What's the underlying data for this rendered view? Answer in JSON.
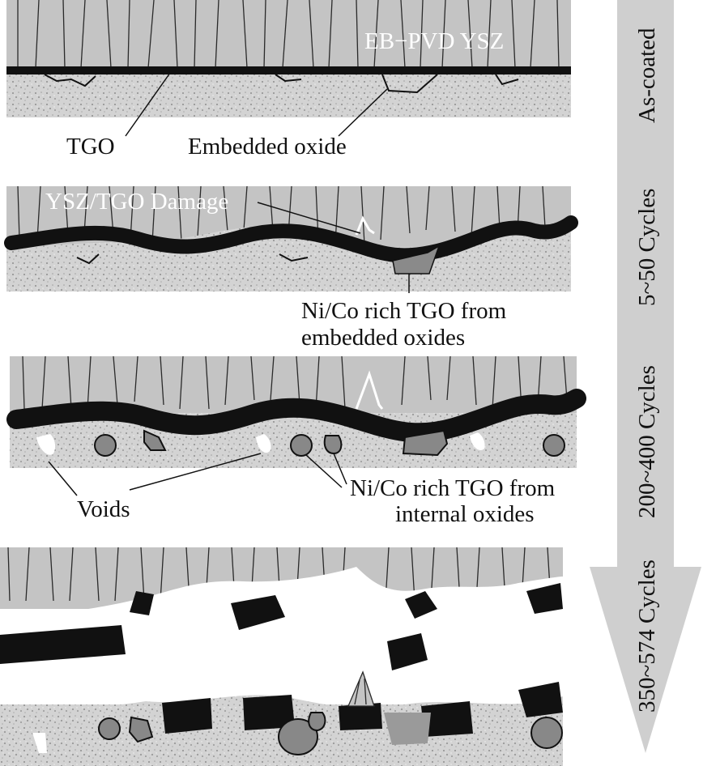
{
  "labels": {
    "eb_pvd_ysz": "EB−PVD YSZ",
    "tgo": "TGO",
    "embedded_oxide": "Embedded oxide",
    "ysz_tgo_damage": "YSZ/TGO Damage",
    "nico_embedded_line1": "Ni/Co rich TGO from",
    "nico_embedded_line2": "embedded oxides",
    "voids": "Voids",
    "nico_internal_line1": "Ni/Co rich TGO from",
    "nico_internal_line2": "internal oxides"
  },
  "stages": [
    "As-coated",
    "5~50 Cycles",
    "200~400 Cycles",
    "350~574 Cycles"
  ],
  "colors": {
    "ysz": "#c2c2c2",
    "substrate": "#d0d0d0",
    "tgo": "#111111",
    "oxide": "#8a8a8a",
    "arrow": "#cfcfcf"
  }
}
